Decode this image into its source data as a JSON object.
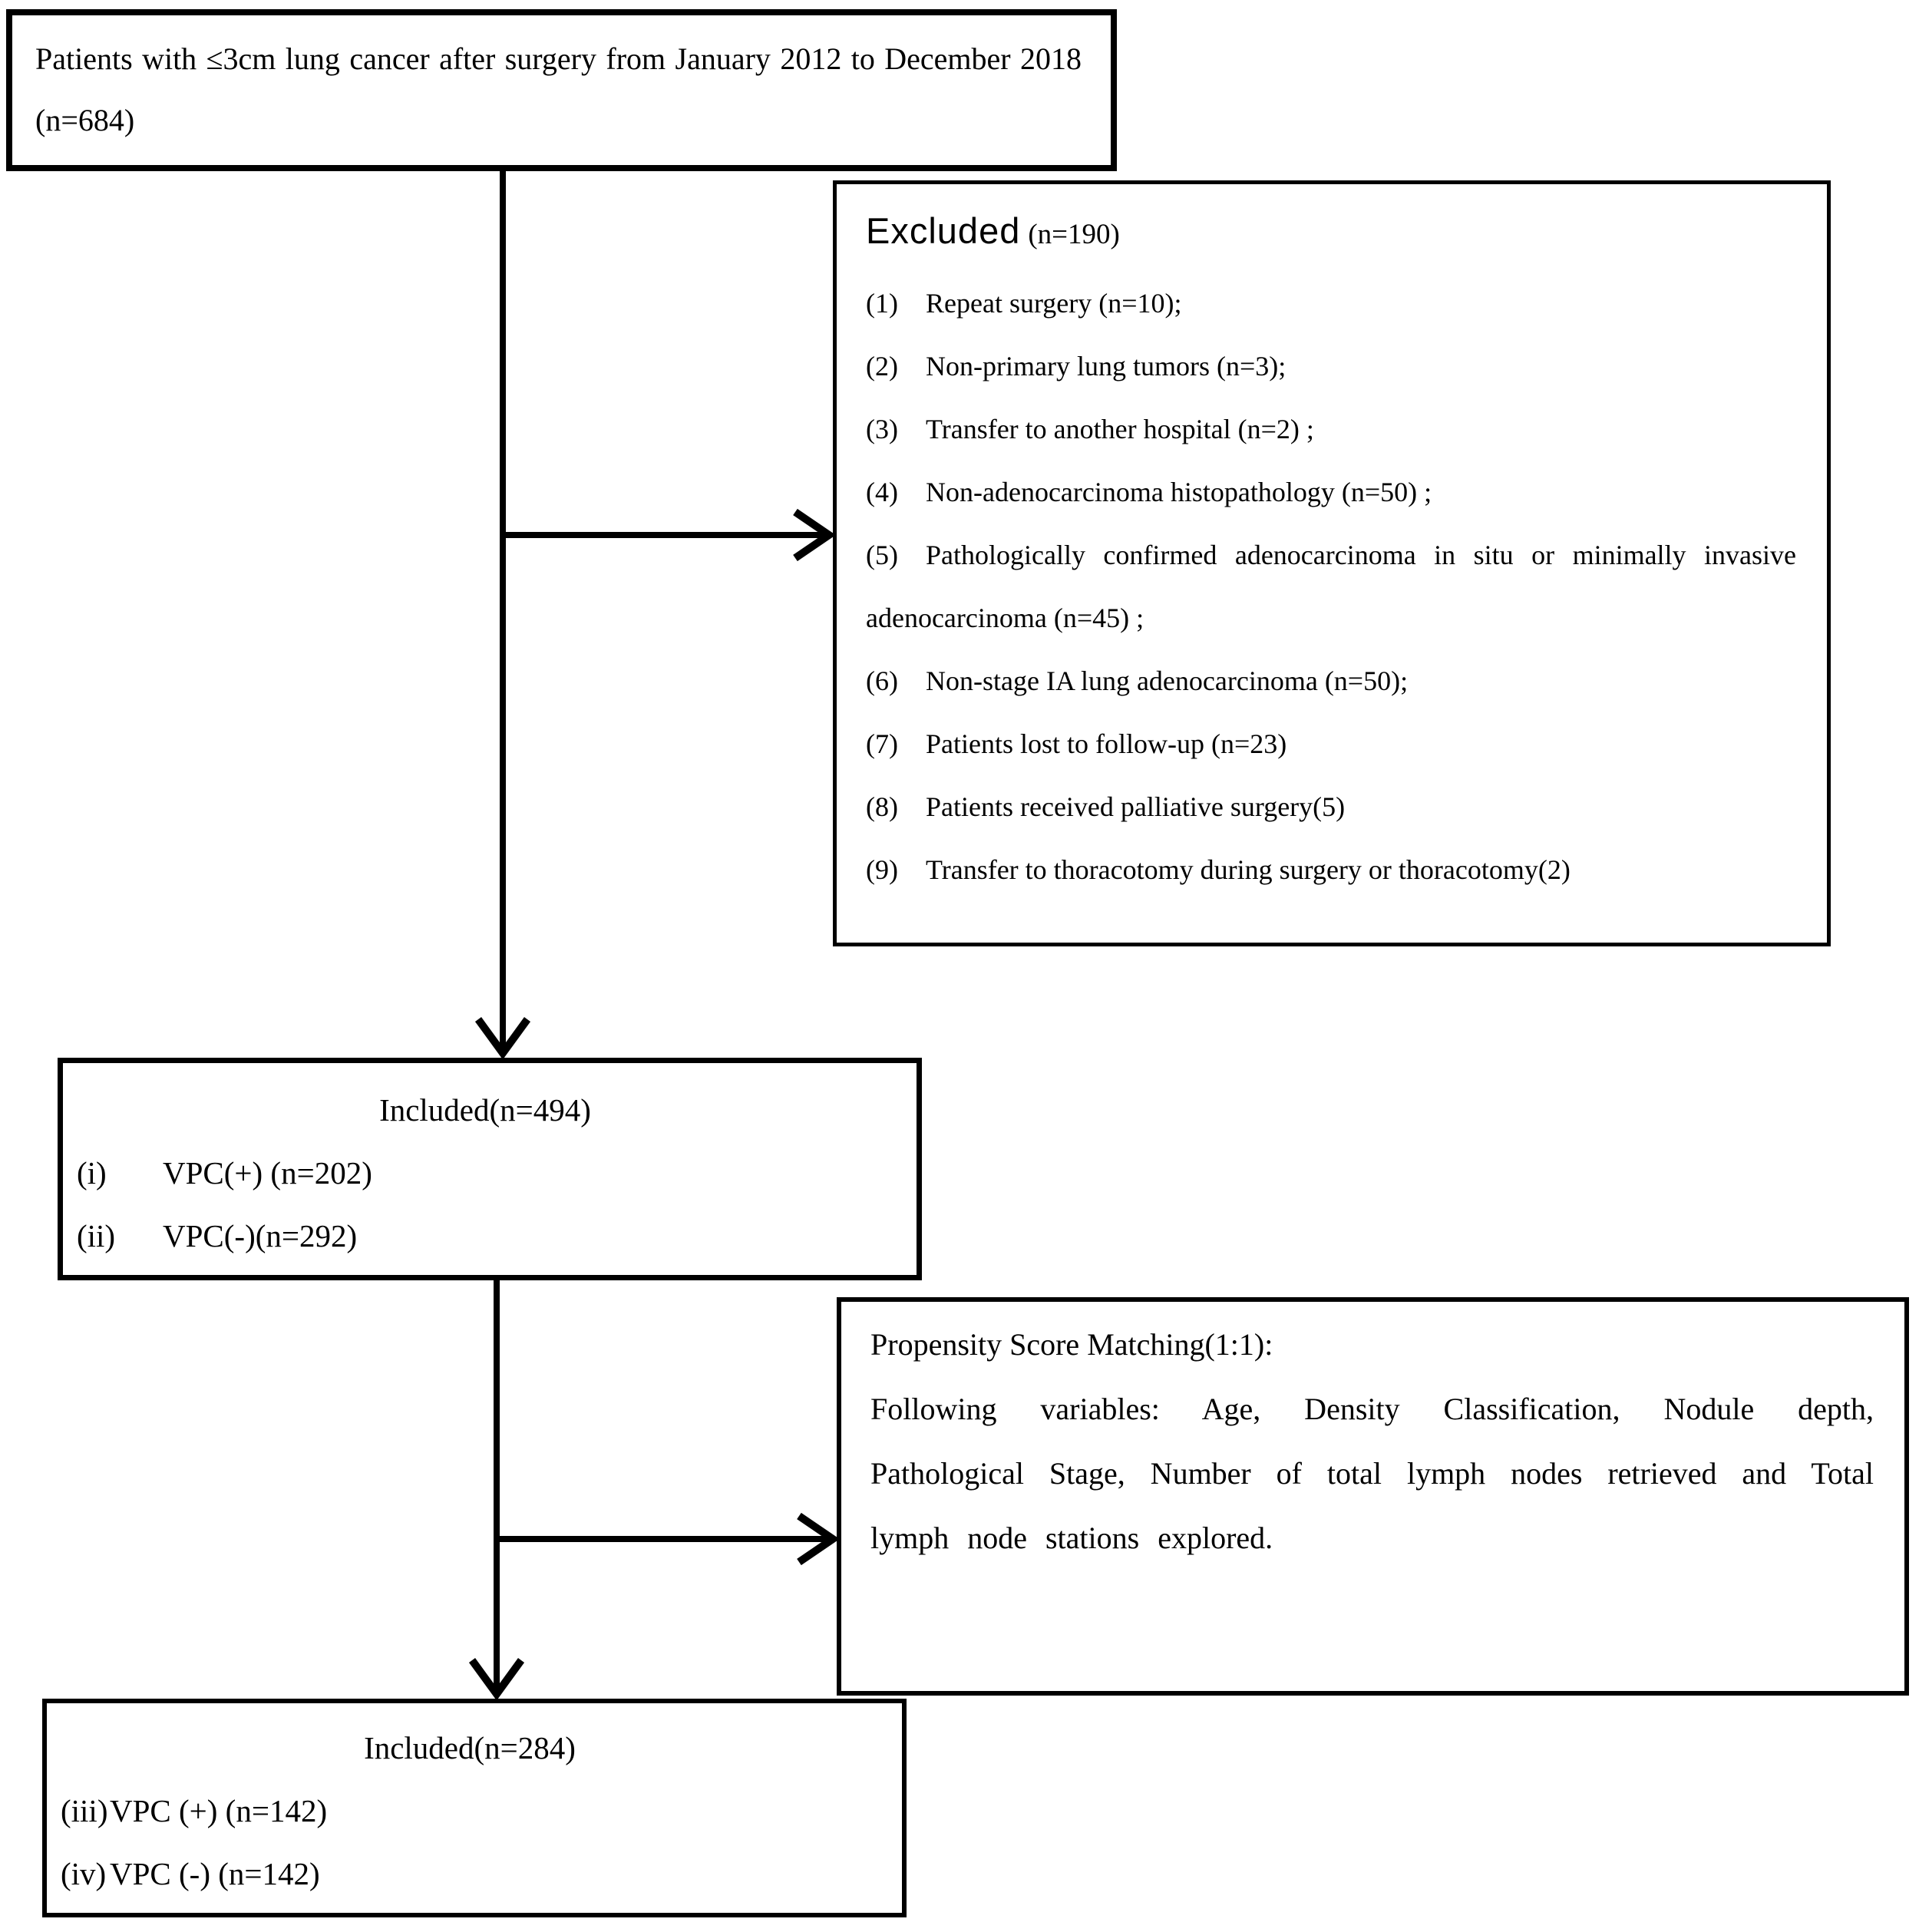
{
  "boxes": {
    "initial": {
      "text": "Patients with ≤3cm lung cancer after surgery from January 2012 to December 2018 (n=684)"
    },
    "excluded": {
      "title": "Excluded",
      "count": "(n=190)",
      "items": [
        {
          "num": "(1)",
          "text": "Repeat surgery (n=10);"
        },
        {
          "num": "(2)",
          "text": "Non-primary lung tumors (n=3);"
        },
        {
          "num": "(3)",
          "text": "Transfer to another hospital (n=2) ;"
        },
        {
          "num": "(4)",
          "text": "Non-adenocarcinoma histopathology (n=50) ;"
        },
        {
          "num": "(5)",
          "text": "Pathologically confirmed adenocarcinoma in situ or minimally invasive adenocarcinoma (n=45) ;"
        },
        {
          "num": "(6)",
          "text": "Non-stage IA lung adenocarcinoma (n=50);"
        },
        {
          "num": "(7)",
          "text": "Patients lost to follow-up (n=23)"
        },
        {
          "num": "(8)",
          "text": "Patients received palliative surgery(5)"
        },
        {
          "num": "(9)",
          "text": "Transfer to thoracotomy during surgery or thoracotomy(2)"
        }
      ]
    },
    "included_pre_match": {
      "title": "Included(n=494)",
      "items": [
        {
          "num": "(i)",
          "text": "VPC(+) (n=202)"
        },
        {
          "num": "(ii)",
          "text": "VPC(-)(n=292)"
        }
      ]
    },
    "psm": {
      "title": "Propensity Score Matching(1:1):",
      "body": "Following variables: Age, Density Classification, Nodule depth, Pathological Stage, Number of total lymph nodes retrieved and Total lymph node stations explored."
    },
    "included_post_match": {
      "title": "Included(n=284)",
      "items": [
        {
          "num": "(iii)",
          "text": "VPC (+) (n=142)"
        },
        {
          "num": "(iv)",
          "text": "VPC (-) (n=142)"
        }
      ]
    }
  },
  "colors": {
    "ink": "#000000",
    "background": "#ffffff"
  }
}
